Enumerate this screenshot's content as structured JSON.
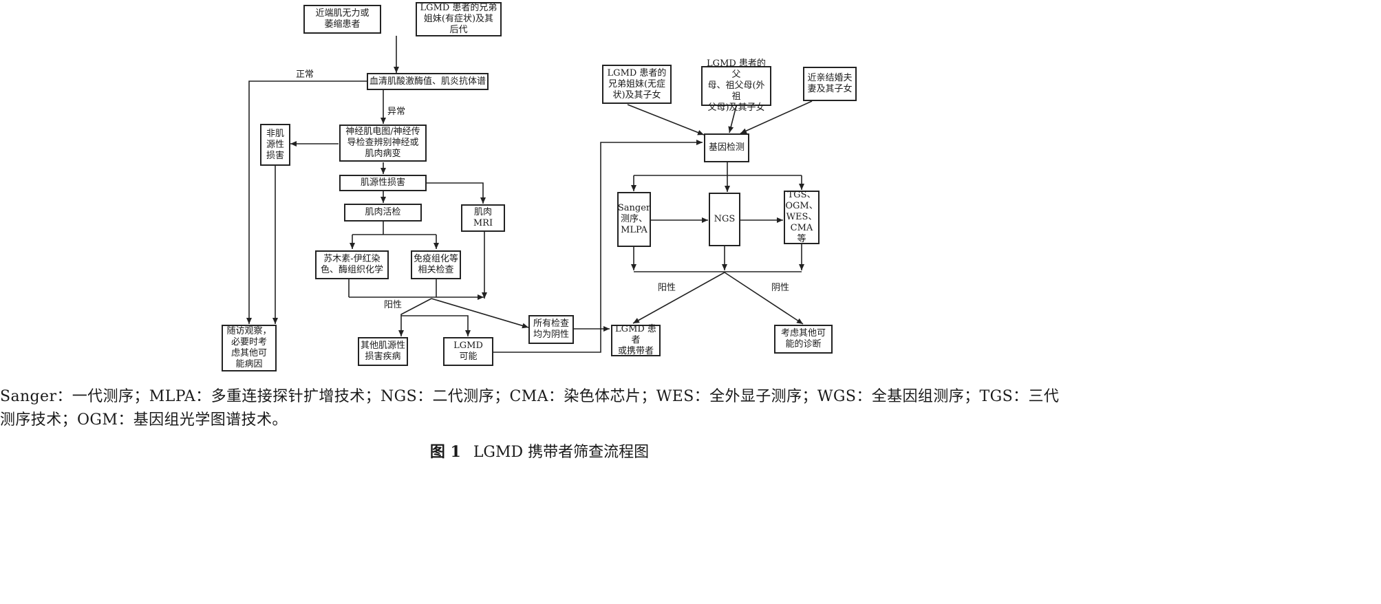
{
  "nodes": {
    "proximal_weakness": "近端肌无力或\n萎缩患者",
    "symptomatic_siblings": "LGMD 患者的兄弟\n姐妹(有症状)及其\n后代",
    "serum_ck": "血清肌酸激酶值、肌炎抗体谱",
    "emg_ncs": "神经肌电图/神经传\n导检查辨别神经或\n肌肉病变",
    "non_myogenic": "非肌\n源性\n损害",
    "myogenic": "肌源性损害",
    "muscle_biopsy": "肌肉活检",
    "muscle_mri": "肌肉 MRI",
    "he_staining": "苏木素-伊红染\n色、酶组织化学",
    "immunohisto": "免疫组化等\n相关检查",
    "follow_up": "随访观察，\n必要时考\n虑其他可\n能病因",
    "other_myogenic": "其他肌源性\n损害疾病",
    "lgmd_possible": "LGMD\n可能",
    "all_negative": "所有检查\n均为阴性",
    "asymptomatic_siblings": "LGMD 患者的\n兄弟姐妹(无症\n状)及其子女",
    "parents": "LGMD 患者的父\n母、祖父母(外祖\n父母)及其子女",
    "consanguineous": "近亲结婚夫\n妻及其子女",
    "gene_testing": "基因检测",
    "sanger": "Sanger\n测序、\nMLPA",
    "ngs": "NGS",
    "tgs": "TGS、\nOGM、\nWES、\nCMA 等",
    "carrier": "LGMD 患者\n或携带者",
    "other_diagnosis": "考虑其他可\n能的诊断"
  },
  "labels": {
    "normal": "正常",
    "abnormal": "异常",
    "positive_left": "阳性",
    "positive_right": "阳性",
    "negative_right": "阴性"
  },
  "legend": "Sanger：一代测序；MLPA：多重连接探针扩增技术；NGS：二代测序；CMA：染色体芯片；WES：全外显子测序；WGS：全基因组测序；TGS：三代测序技术；OGM：基因组光学图谱技术。",
  "caption": {
    "number": "图 1",
    "title": "LGMD 携带者筛查流程图"
  }
}
